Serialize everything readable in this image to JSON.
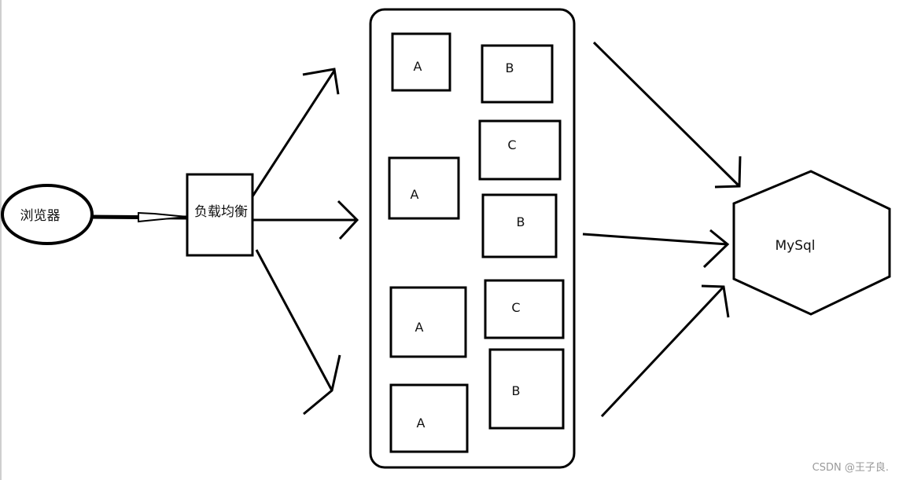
{
  "browser": {
    "label": "浏览器"
  },
  "load_balancer": {
    "label": "负载均衡"
  },
  "servers": {
    "a1": "A",
    "b1": "B",
    "c1": "C",
    "a2": "A",
    "b2": "B",
    "a3": "A",
    "c2": "C",
    "b3": "B",
    "a4": "A"
  },
  "database": {
    "label": "MySql"
  },
  "watermark": "CSDN @王子良."
}
